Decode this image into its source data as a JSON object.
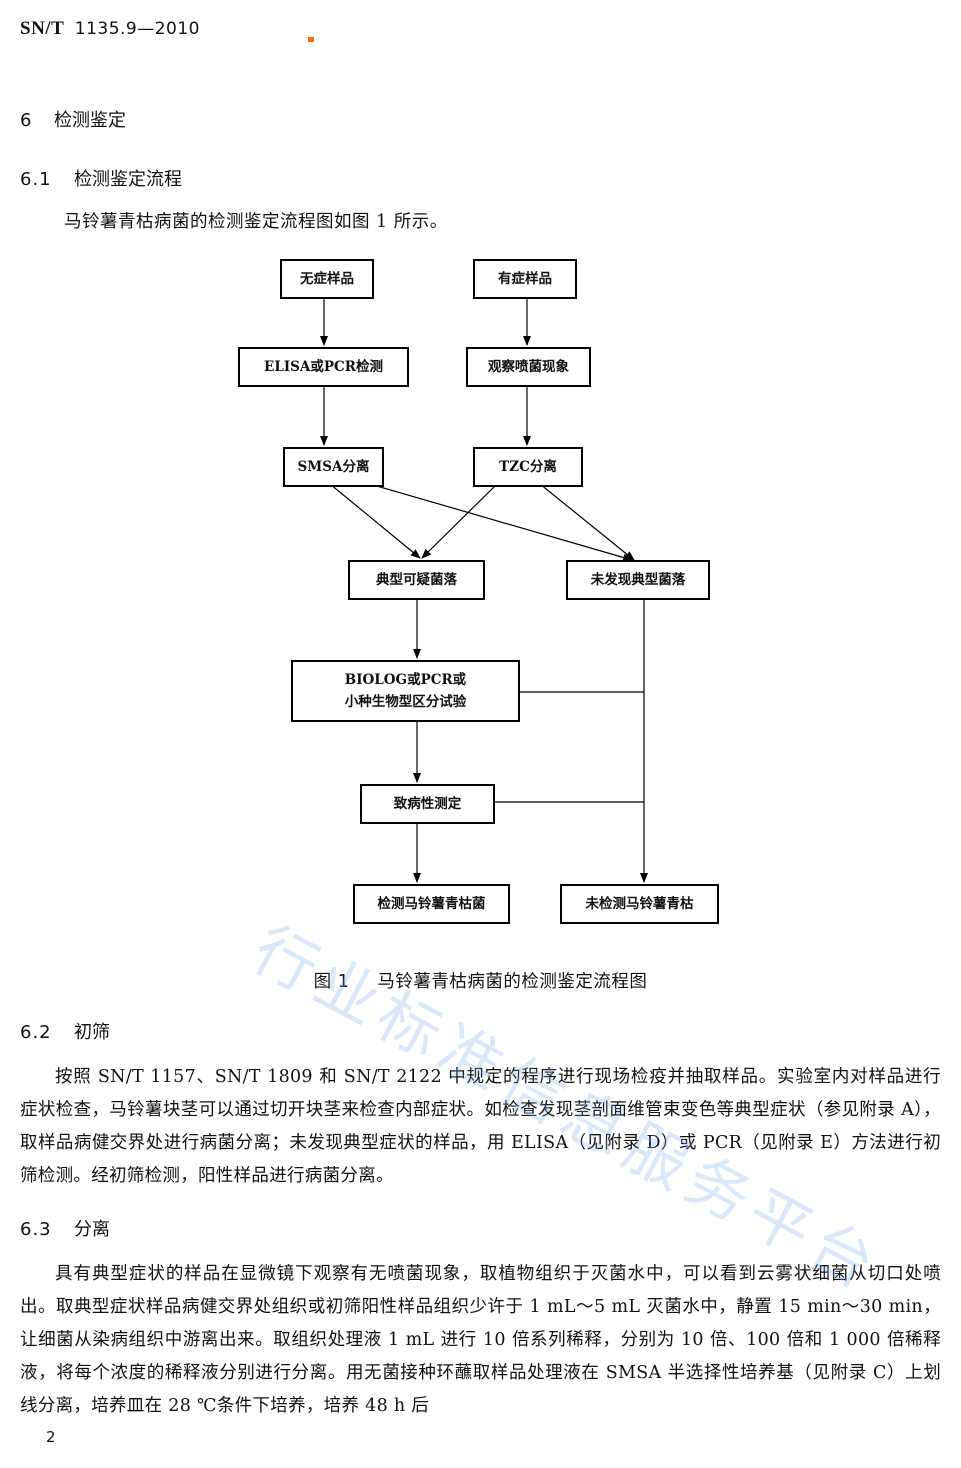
{
  "header": {
    "standard_code": "SN/T",
    "standard_number": "1135.9—2010"
  },
  "section6": {
    "number": "6",
    "title": "检测鉴定"
  },
  "section6_1": {
    "number": "6.1",
    "title": "检测鉴定流程",
    "intro": "马铃薯青枯病菌的检测鉴定流程图如图 1 所示。"
  },
  "flowchart": {
    "box_asymptomatic": "无症样品",
    "box_symptomatic": "有症样品",
    "box_elisa_pcr": "ELISA或PCR检测",
    "box_observe_ooze": "观察喷菌现象",
    "box_smsa": "SMSA分离",
    "box_tzc": "TZC分离",
    "box_typical_colony": "典型可疑菌落",
    "box_no_typical_colony": "未发现典型菌落",
    "box_biolog_line1": "BIOLOG或PCR或",
    "box_biolog_line2": "小种生物型区分试验",
    "box_pathogenicity": "致病性测定",
    "box_detected": "检测马铃薯青枯菌",
    "box_not_detected": "未检测马铃薯青枯"
  },
  "figure_caption": {
    "label": "图 1",
    "text": "马铃薯青枯病菌的检测鉴定流程图"
  },
  "section6_2": {
    "number": "6.2",
    "title": "初筛",
    "body": "按照 SN/T 1157、SN/T 1809 和 SN/T 2122 中规定的程序进行现场检疫并抽取样品。实验室内对样品进行症状检查，马铃薯块茎可以通过切开块茎来检查内部症状。如检查发现茎剖面维管束变色等典型症状（参见附录 A），取样品病健交界处进行病菌分离；未发现典型症状的样品，用 ELISA（见附录 D）或 PCR（见附录 E）方法进行初筛检测。经初筛检测，阳性样品进行病菌分离。"
  },
  "section6_3": {
    "number": "6.3",
    "title": "分离",
    "body": "具有典型症状的样品在显微镜下观察有无喷菌现象，取植物组织于灭菌水中，可以看到云雾状细菌从切口处喷出。取典型症状样品病健交界处组织或初筛阳性样品组织少许于 1 mL～5 mL 灭菌水中，静置 15 min～30 min，让细菌从染病组织中游离出来。取组织处理液 1 mL 进行 10 倍系列稀释，分别为 10 倍、100 倍和 1 000 倍稀释液，将每个浓度的稀释液分别进行分离。用无菌接种环蘸取样品处理液在 SMSA 半选择性培养基（见附录 C）上划线分离，培养皿在 28 ℃条件下培养，培养 48 h 后"
  },
  "watermark": "行业标准信息服务平台",
  "page_number": "2"
}
